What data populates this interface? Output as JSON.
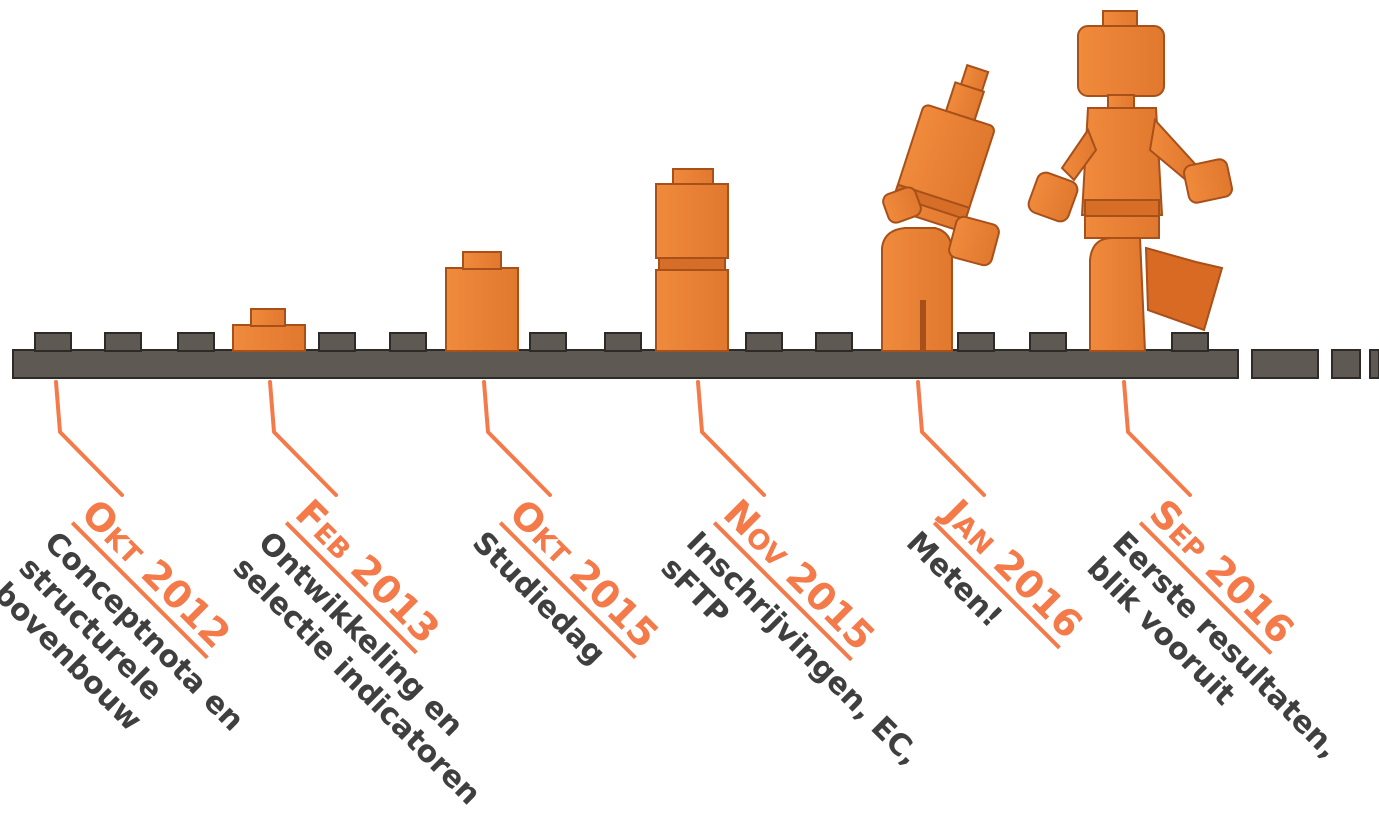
{
  "milestones": [
    {
      "date": "Okt 2012",
      "lines": [
        "Conceptnota en",
        "structurele",
        "bovenbouw"
      ]
    },
    {
      "date": "Feb 2013",
      "lines": [
        "Ontwikkeling en",
        "selectie indicatoren"
      ]
    },
    {
      "date": "Okt 2015",
      "lines": [
        "Studiedag"
      ]
    },
    {
      "date": "Nov 2015",
      "lines": [
        "Inschrijvingen, EC,",
        "sFTP"
      ]
    },
    {
      "date": "Jan 2016",
      "lines": [
        "Meten!"
      ]
    },
    {
      "date": "Sep 2016",
      "lines": [
        "Eerste resultaten,",
        "blik vooruit"
      ]
    }
  ],
  "colors": {
    "brick": "#e8823a",
    "brick_edge": "#b8581a",
    "baseplate": "#5f5954",
    "connector": "#f47a4a",
    "date": "#f47a4a",
    "text": "#3f3f3f"
  },
  "figures": [
    {
      "kind": "flat-plate"
    },
    {
      "kind": "single-brick"
    },
    {
      "kind": "stacked-brick"
    },
    {
      "kind": "bending-minifigure"
    },
    {
      "kind": "walking-minifigure"
    }
  ]
}
